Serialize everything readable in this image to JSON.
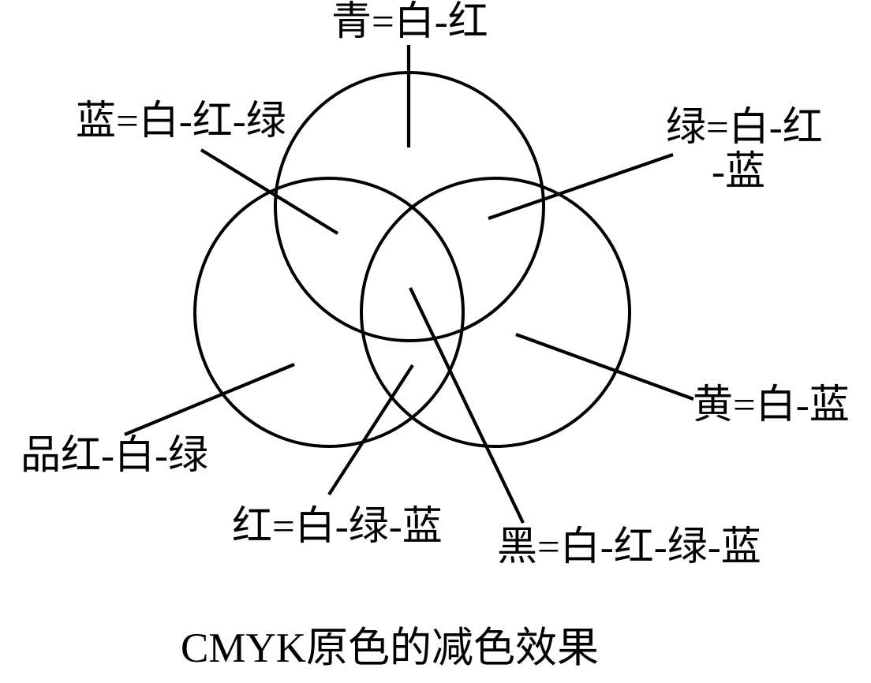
{
  "figure": {
    "type": "venn-diagram",
    "caption": "CMYK原色的减色效果",
    "labels": {
      "cyan": "青=白-红",
      "blue": "蓝=白-红-绿",
      "green_line1": "绿=白-红",
      "green_line2": "-蓝",
      "yellow": "黄=白-蓝",
      "magenta": "品红-白-绿",
      "red": "红=白-绿-蓝",
      "black": "黑=白-红-绿-蓝"
    },
    "colors": {
      "ink": "#000000",
      "paper": "#ffffff"
    }
  }
}
